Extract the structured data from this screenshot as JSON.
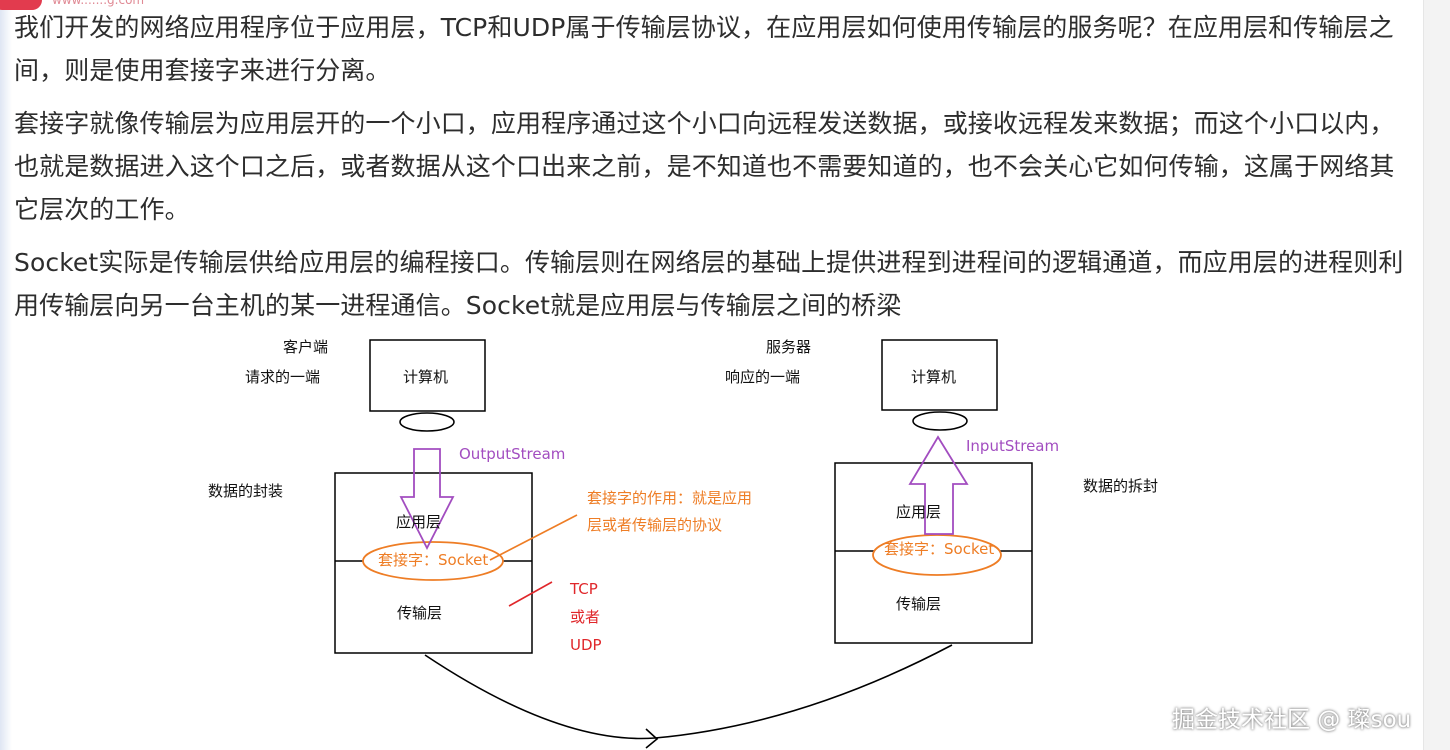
{
  "article": {
    "paragraphs": [
      "我们开发的网络应用程序位于应用层，TCP和UDP属于传输层协议，在应用层如何使用传输层的服务呢？在应用层和传输层之间，则是使用套接字来进行分离。",
      "套接字就像传输层为应用层开的一个小口，应用程序通过这个小口向远程发送数据，或接收远程发来数据；而这个小口以内，也就是数据进入这个口之后，或者数据从这个口出来之前，是不知道也不需要知道的，也不会关心它如何传输，这属于网络其它层次的工作。",
      "Socket实际是传输层供给应用层的编程接口。传输层则在网络层的基础上提供进程到进程间的逻辑通道，而应用层的进程则利用传输层向另一台主机的某一进程通信。Socket就是应用层与传输层之间的桥梁"
    ]
  },
  "diagram": {
    "client": {
      "role": "客户端",
      "desc": "请求的一端",
      "computer": "计算机",
      "stream": "OutputStream",
      "process": "数据的封装",
      "app_layer": "应用层",
      "socket": "套接字：Socket",
      "transport_layer": "传输层"
    },
    "server": {
      "role": "服务器",
      "desc": "响应的一端",
      "computer": "计算机",
      "stream": "InputStream",
      "process": "数据的拆封",
      "app_layer": "应用层",
      "socket": "套接字：Socket",
      "transport_layer": "传输层"
    },
    "socket_note": {
      "line1": "套接字的作用：就是应用",
      "line2": "层或者传输层的协议"
    },
    "protocols": {
      "line1": "TCP",
      "line2": "或者",
      "line3": "UDP"
    }
  },
  "watermark": "掘金技术社区 @ 璨sou",
  "colors": {
    "text": "#2d2d2d",
    "purple": "#a24dc0",
    "orange": "#ee7d25",
    "red": "#e0272b",
    "line": "#000000"
  }
}
